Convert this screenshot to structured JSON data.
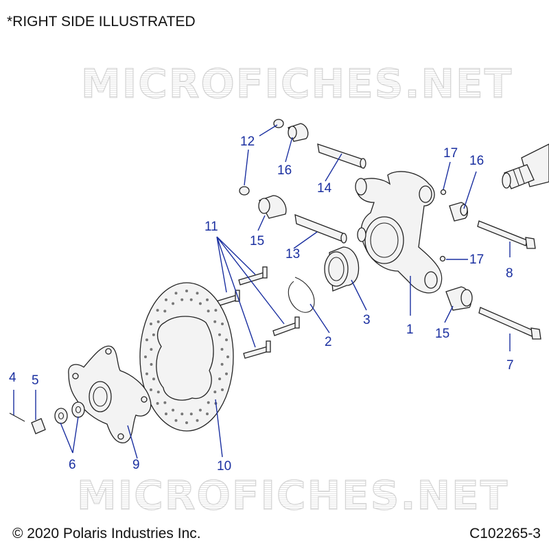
{
  "header": {
    "note": "*RIGHT SIDE ILLUSTRATED"
  },
  "footer": {
    "copyright": "© 2020 Polaris Industries Inc.",
    "code": "C102265-3"
  },
  "watermark": {
    "text": "MICROFICHES.NET"
  },
  "colors": {
    "callout": "#1a2fa0",
    "outline": "#222222",
    "watermark": "#d4d4d4"
  },
  "callouts": {
    "c1": "1",
    "c2": "2",
    "c3": "3",
    "c4": "4",
    "c5": "5",
    "c6": "6",
    "c7": "7",
    "c8": "8",
    "c9": "9",
    "c10": "10",
    "c11": "11",
    "c12": "12",
    "c13": "13",
    "c14": "14",
    "c15a": "15",
    "c15b": "15",
    "c16a": "16",
    "c16b": "16",
    "c17a": "17",
    "c17b": "17"
  }
}
